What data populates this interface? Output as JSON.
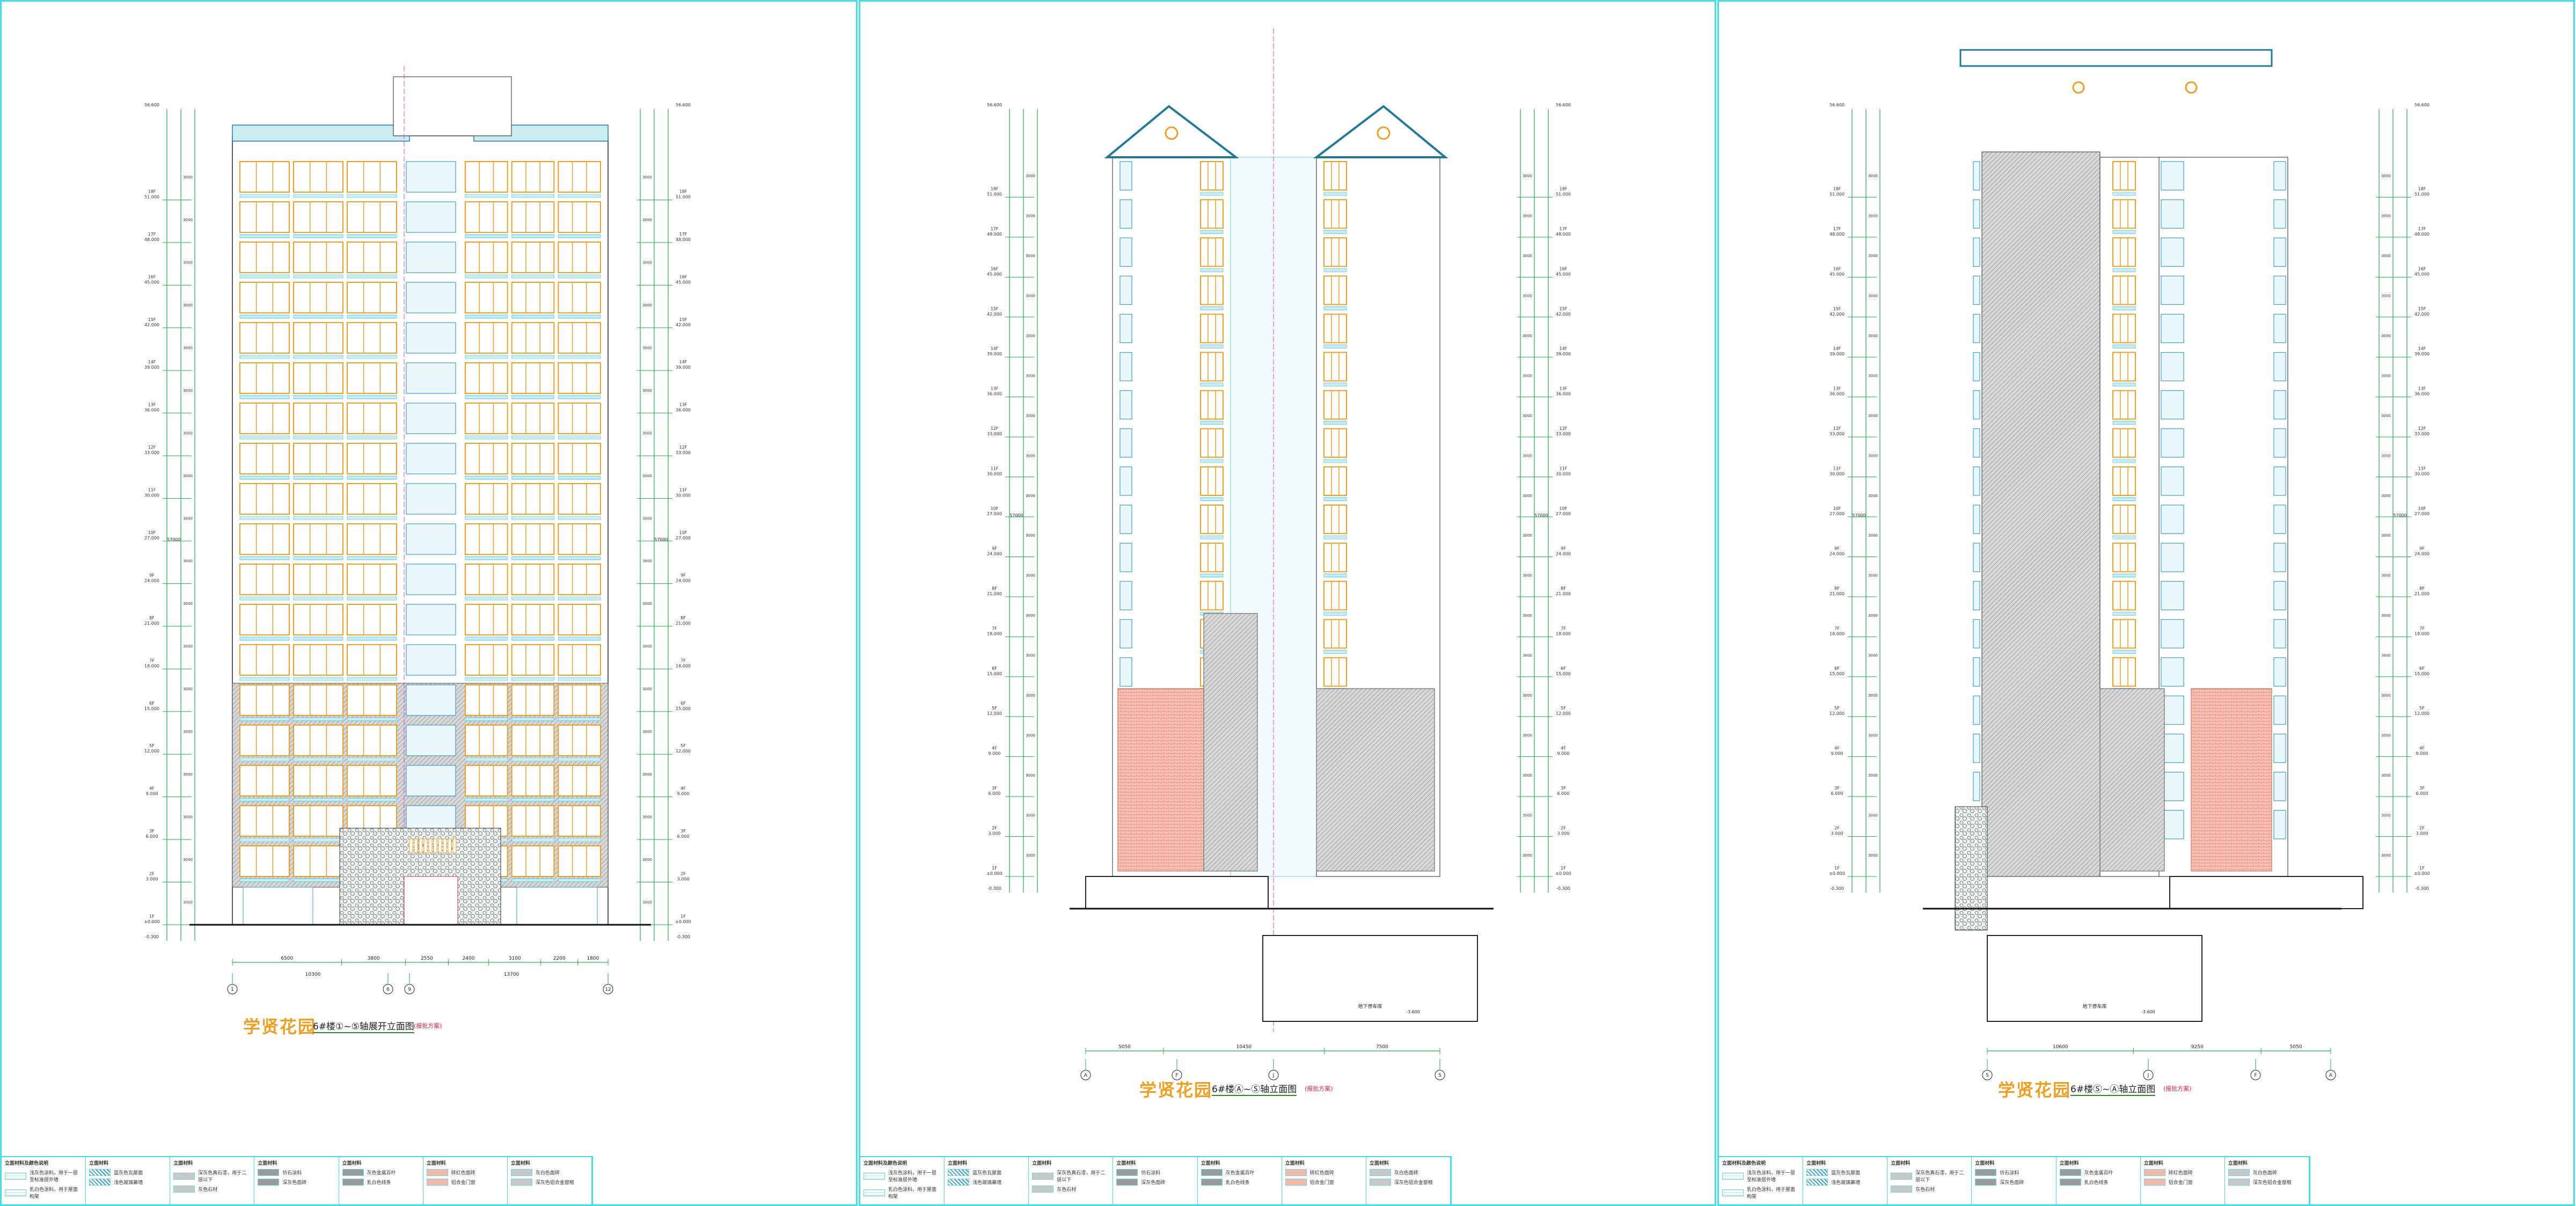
{
  "project_title": "学贤花园",
  "scheme_tag": "(报批方案)",
  "sheets": [
    {
      "drawing_name": "6#楼①~⑤轴展开立面图",
      "bottom_dims": [
        "6500",
        "3800",
        "2550",
        "2400",
        "3100",
        "2200",
        "1800"
      ],
      "total_dim_1": "10300",
      "total_dim_2": "13700",
      "axes": [
        "1",
        "6",
        "9",
        "12"
      ]
    },
    {
      "drawing_name": "6#楼Ⓐ~Ⓢ轴立面图",
      "bottom_dims": [
        "5050",
        "10450",
        "7500"
      ],
      "axes": [
        "A",
        "F",
        "J",
        "S"
      ],
      "basement_label": "地下停车库"
    },
    {
      "drawing_name": "6#楼Ⓢ~Ⓐ轴立面图",
      "bottom_dims": [
        "10600",
        "9250",
        "5050"
      ],
      "axes": [
        "S",
        "J",
        "F",
        "A"
      ],
      "basement_label": "地下停车库"
    }
  ],
  "levels": [
    "±0.000",
    "3.000",
    "6.000",
    "9.000",
    "12.000",
    "15.000",
    "18.000",
    "21.000",
    "24.000",
    "27.000",
    "30.000",
    "33.000",
    "36.000",
    "39.000",
    "42.000",
    "45.000",
    "48.000",
    "51.000"
  ],
  "floors": [
    "1F",
    "2F",
    "3F",
    "4F",
    "5F",
    "6F",
    "7F",
    "8F",
    "9F",
    "10F",
    "11F",
    "12F",
    "13F",
    "14F",
    "15F",
    "16F",
    "17F",
    "18F"
  ],
  "story_height": "3000",
  "total_height": "57000",
  "roof_elev": "56.600",
  "basement_elev": "-3.600",
  "ground_elev": "-0.300",
  "legend": [
    {
      "heading": "立面材料及颜色说明",
      "items": [
        "浅灰色涂料，用于一层至标准层外墙",
        "乳白色涂料，用于屋面构架"
      ]
    },
    {
      "heading": "立面材料",
      "items": [
        "蓝灰色瓦屋面",
        "浅色玻璃幕墙"
      ]
    },
    {
      "heading": "立面材料",
      "items": [
        "深灰色真石漆，用于二层以下",
        "灰色石材"
      ]
    },
    {
      "heading": "立面材料",
      "items": [
        "仿石涂料",
        "深灰色面砖"
      ]
    },
    {
      "heading": "立面材料",
      "items": [
        "灰色金属百叶",
        "乳白色线条"
      ]
    },
    {
      "heading": "立面材料",
      "items": [
        "砖红色面砖",
        "铝合金门窗"
      ]
    },
    {
      "heading": "立面材料",
      "items": [
        "灰白色面砖",
        "深灰色铝合金窗框"
      ]
    }
  ],
  "colors": {
    "frame": "#3fe0e8",
    "green": "#22b14c",
    "orange": "#f0a020",
    "window_blue": "#3aa0c8",
    "brick": "#e88a76",
    "magenta": "#e040c0"
  }
}
